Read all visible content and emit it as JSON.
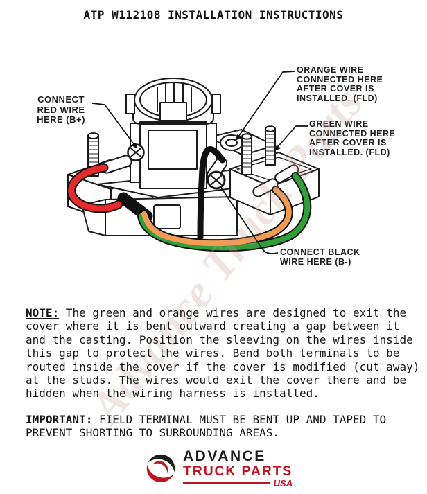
{
  "page": {
    "title": "ATP W112108 INSTALLATION INSTRUCTIONS"
  },
  "diagram": {
    "labels": {
      "red": "CONNECT\nRED WIRE\nHERE (B+)",
      "orange": "ORANGE WIRE\nCONNECTED HERE\nAFTER COVER IS\nINSTALLED. (FLD)",
      "green": "GREEN WIRE\nCONNECTED HERE\nAFTER COVER IS\nINSTALLED. (FLD)",
      "black": "CONNECT BLACK\nWIRE HERE (B-)"
    },
    "wire_colors": {
      "red": "#e52b2b",
      "orange": "#f29b55",
      "green": "#2f9e3b",
      "black": "#111111"
    },
    "watermark": "Advance Truck Parts"
  },
  "note": {
    "label": "NOTE:",
    "text": " The green and orange wires are designed to exit the\ncover where it is bent outward creating a gap between it\nand the casting. Position the sleeving on the wires inside\nthis gap to protect the wires. Bend both terminals to be\nrouted inside the cover if the cover is modified (cut away)\nat the studs. The wires would exit the cover there and be\nhidden when the wiring harness is installed."
  },
  "important": {
    "label": "IMPORTANT:",
    "text": " FIELD TERMINAL MUST BE BENT UP AND TAPED TO\nPREVENT SHORTING TO SURROUNDING AREAS."
  },
  "logo": {
    "line1": "ADVANCE",
    "line2": "TRUCK PARTS",
    "line3": "USA",
    "red": "#bf1522",
    "black": "#1c1c1c"
  }
}
